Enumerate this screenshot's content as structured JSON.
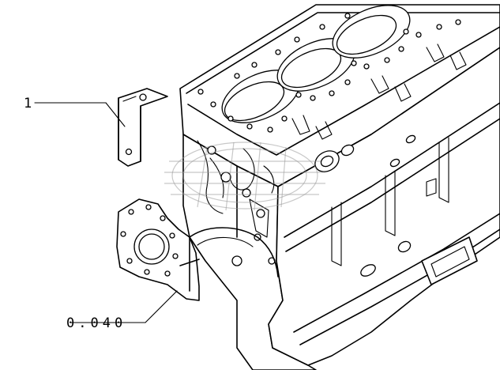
{
  "callouts": [
    {
      "id": "bracket",
      "label": "1"
    },
    {
      "id": "plate",
      "label": "0.040"
    }
  ]
}
